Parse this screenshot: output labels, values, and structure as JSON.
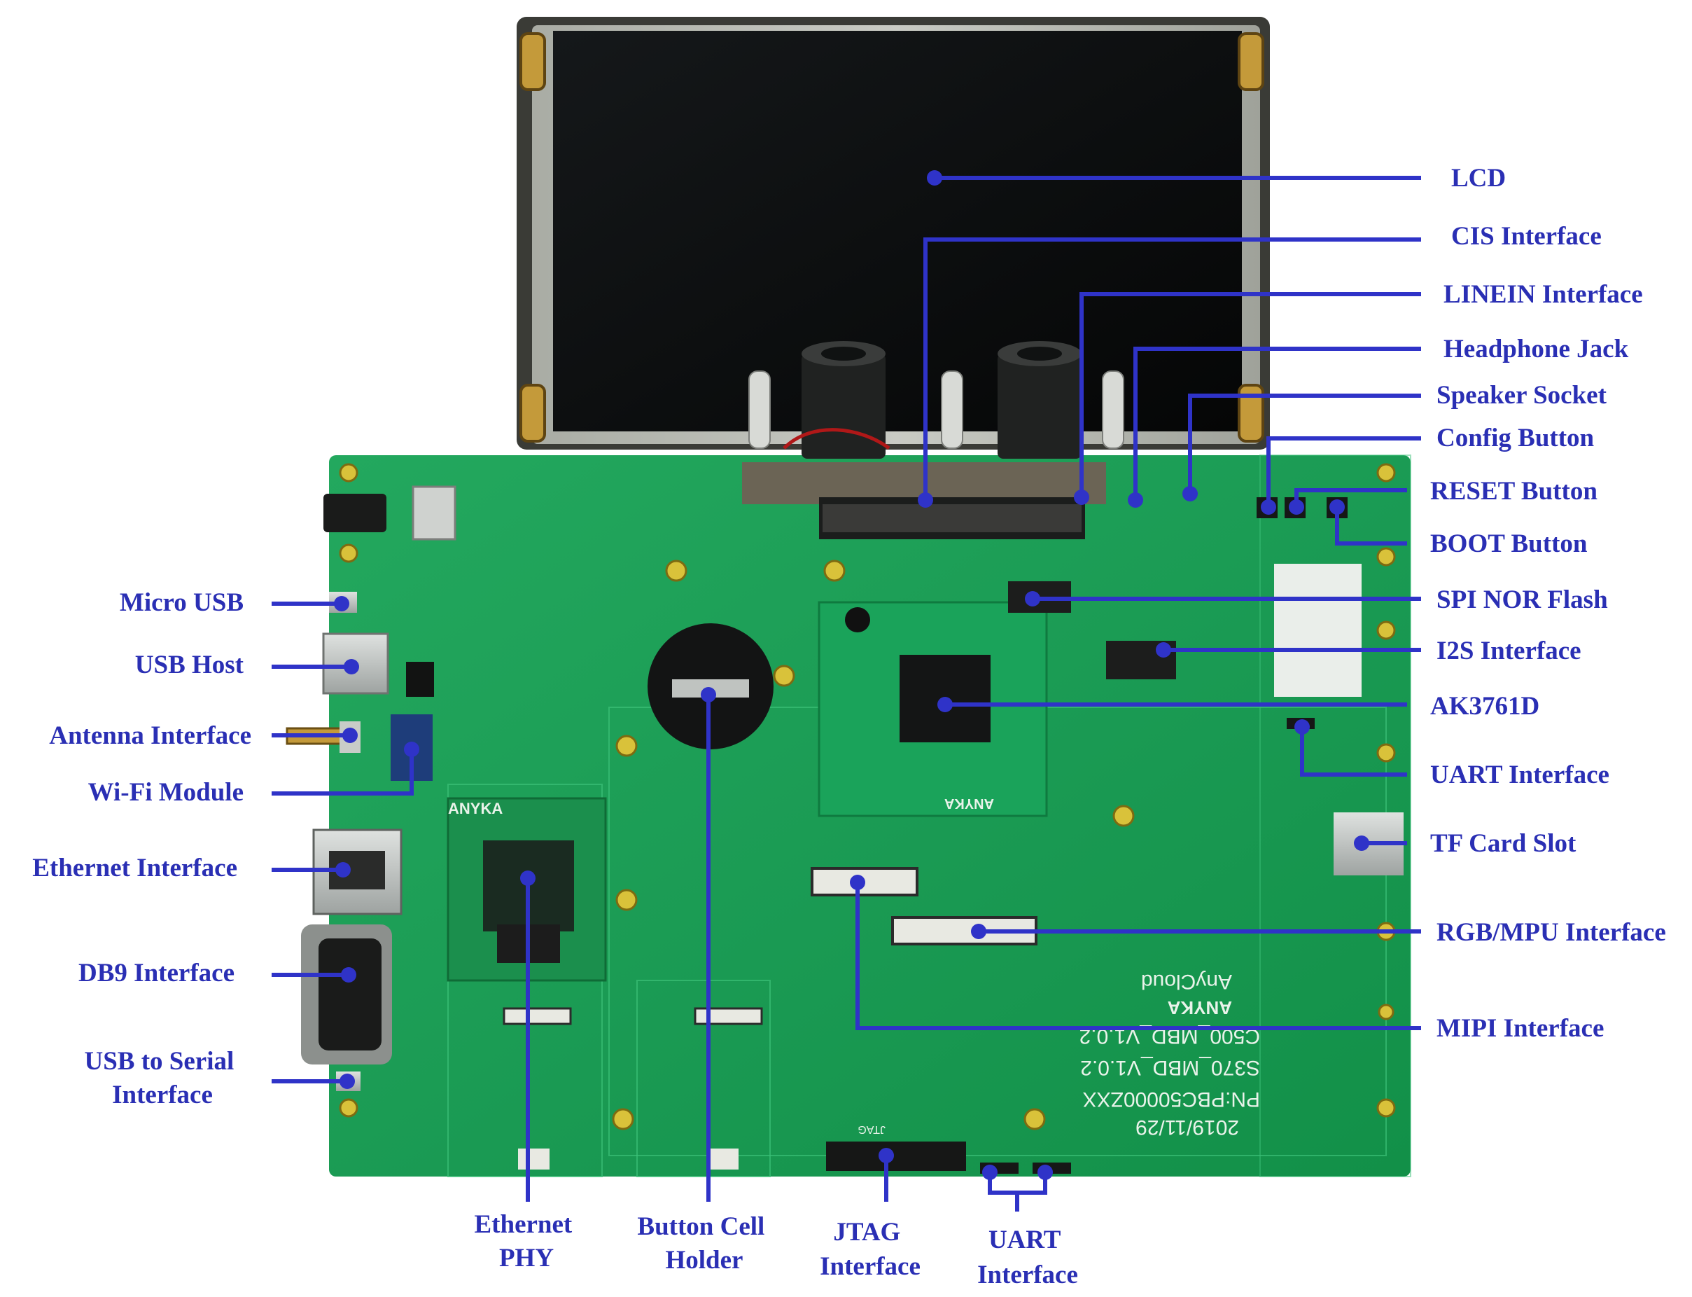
{
  "board_silkscreen": {
    "chip_brand": "ANYKA",
    "module_brand": "ANYKA",
    "date": "2019/11/29",
    "part_number": "PN:PBC50000ZXX",
    "version_1": "S370_MBD_V1.0.2",
    "version_2": "C500_MBD_V1.0.2",
    "vendor": "AnyCloud",
    "vendor_brand": "ANYKA",
    "jtag": "JTAG"
  },
  "labels_right": [
    "LCD",
    "CIS Interface",
    "LINEIN Interface",
    "Headphone Jack",
    "Speaker Socket",
    "Config Button",
    "RESET Button",
    "BOOT Button",
    "SPI NOR Flash",
    "I2S Interface",
    "AK3761D",
    "UART Interface",
    "TF Card Slot",
    "RGB/MPU Interface",
    "MIPI Interface"
  ],
  "labels_left": [
    "Micro USB",
    "USB Host",
    "Antenna Interface",
    "Wi-Fi Module",
    "Ethernet Interface",
    "DB9 Interface",
    [
      "USB to Serial",
      "Interface"
    ]
  ],
  "labels_bottom": [
    [
      "Ethernet",
      "PHY"
    ],
    [
      "Button Cell",
      "Holder"
    ],
    [
      "JTAG",
      "Interface"
    ],
    [
      "UART",
      "Interface"
    ]
  ],
  "colors": {
    "label": "#2a2fb4",
    "leader": "#2f33c8",
    "pcb": "#1fa05a",
    "pcb_dark": "#0f7a3f",
    "lcd_frame": "#b7b9b2",
    "lcd_screen": "#0b0c0c"
  }
}
